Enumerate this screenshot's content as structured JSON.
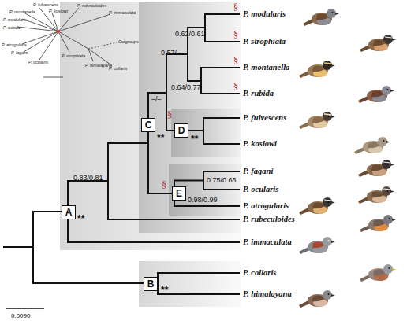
{
  "diagram": {
    "nodes": [
      {
        "text": [
          "C"
        ]
      },
      {
        "text": [
          "D"
        ]
      },
      {
        "text": [
          "E"
        ]
      },
      {
        "text": [
          "A"
        ]
      },
      {
        "text": [
          "B"
        ]
      }
    ],
    "labels": [
      "P. modularis",
      "P. strophiata",
      "P. montanella",
      "P. rubida",
      "P. fulvescens",
      "P. koslowi",
      "P. fagani",
      "P. ocularis",
      "P. atrogularis",
      "P. rubeculoides",
      "P. immaculata",
      "P. collaris",
      "P. himalayana",
      "0.62/0.61",
      "0.57/–",
      "0.64/0.77",
      "–/–",
      "0.83/0.81",
      "0.75/0.66",
      "0.98/0.99",
      "**",
      "**",
      "**",
      "**",
      "§",
      "§",
      "§",
      "§",
      "§",
      "§",
      "0.0090",
      "P. fulvescens",
      "P. koslowi",
      "P. rubeculoides",
      "P. montanella",
      "P. modularis",
      "P. immaculata",
      "P. rubida",
      "P. atrogularis",
      "P. fagani",
      "P. strophiata",
      "P. ocularis",
      "Outgroups",
      "P. himalayana",
      "P. collaris"
    ]
  }
}
